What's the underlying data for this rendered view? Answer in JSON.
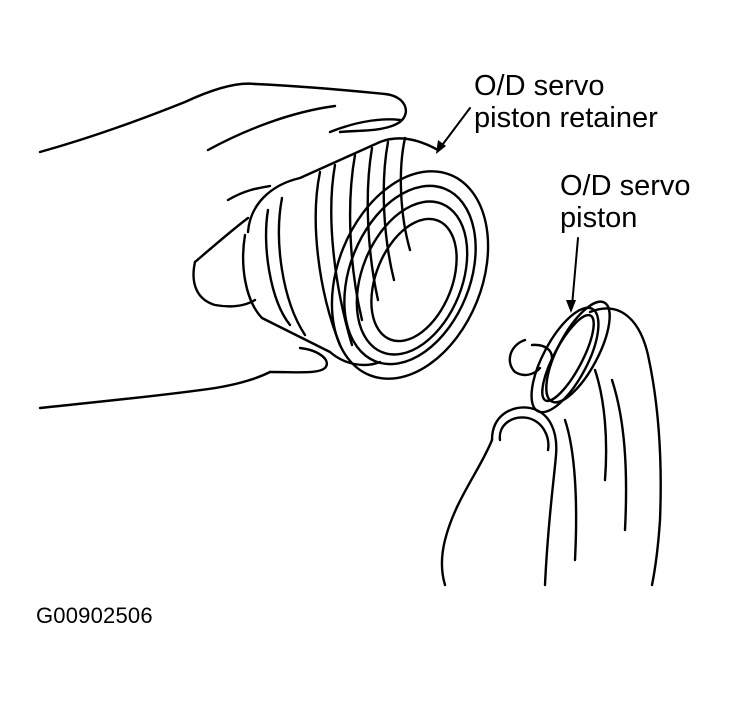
{
  "labels": {
    "retainer": {
      "line1": "O/D servo",
      "line2": "piston retainer"
    },
    "piston": {
      "line1": "O/D servo",
      "line2": "piston"
    }
  },
  "figure_id": "G00902506",
  "colors": {
    "ink": "#000000",
    "paper": "#ffffff"
  }
}
